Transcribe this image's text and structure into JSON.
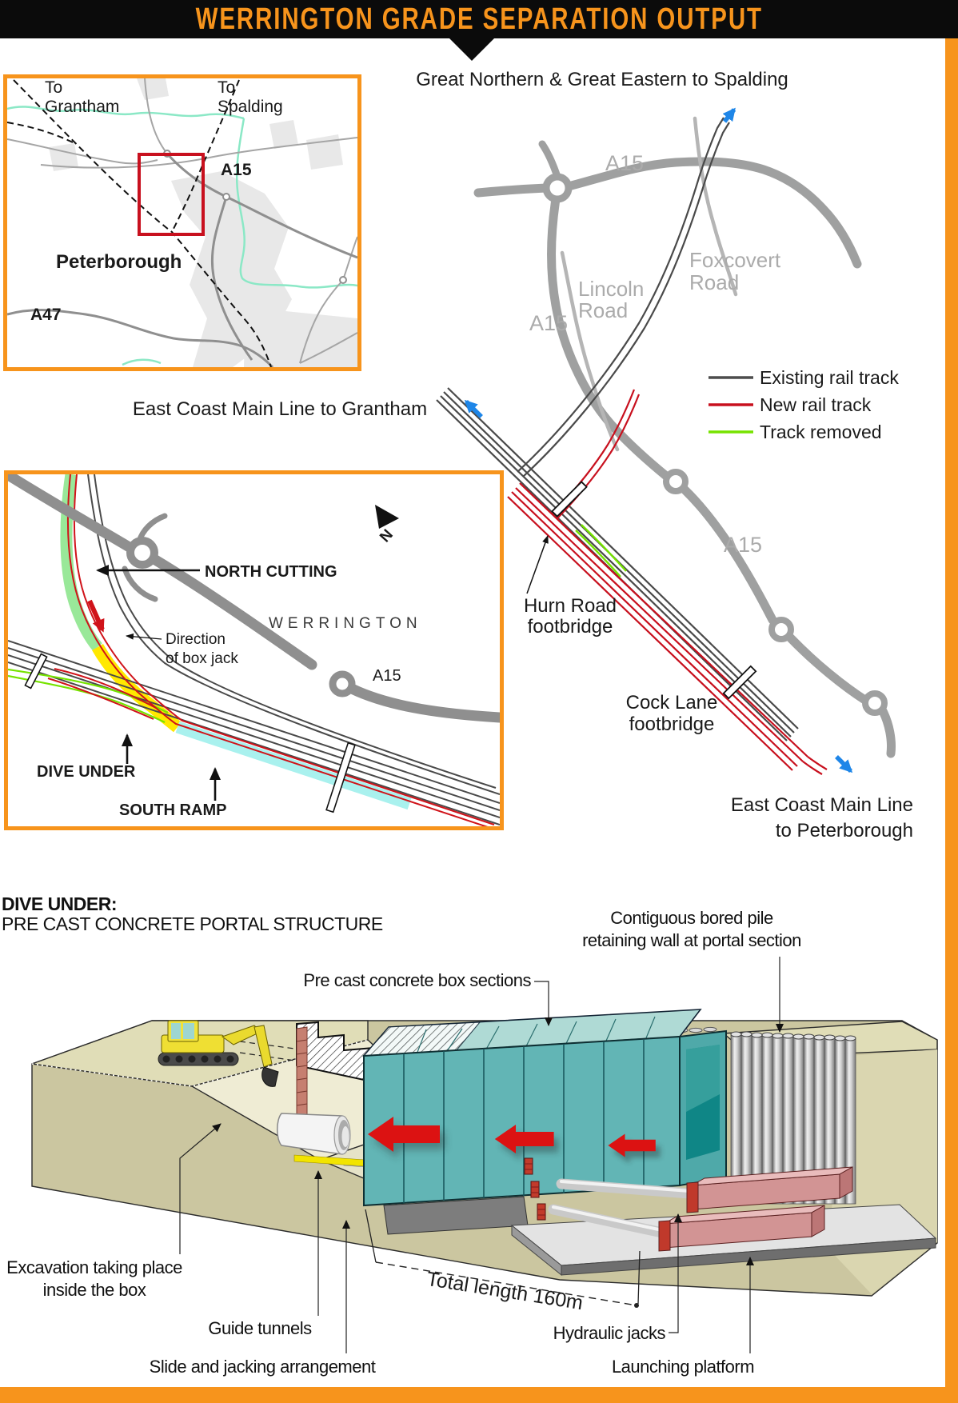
{
  "banner": {
    "title": "WERRINGTON GRADE SEPARATION OUTPUT"
  },
  "colors": {
    "accent_orange": "#F7941C",
    "new_track_red": "#C8101E",
    "removed_green": "#76E300",
    "arrow_blue": "#1E86E8"
  },
  "inset_map": {
    "to_grantham_1": "To",
    "to_grantham_2": "Grantham",
    "to_spalding_1": "To",
    "to_spalding_2": "Spalding",
    "a15": "A15",
    "a47": "A47",
    "city": "Peterborough"
  },
  "main_map": {
    "heading": "Great Northern & Great Eastern to Spalding",
    "ecml_grantham": "East Coast Main Line to Grantham",
    "ecml_peterborough_1": "East Coast Main Line",
    "ecml_peterborough_2": "to Peterborough",
    "a15_top": "A15",
    "a15_mid": "A15",
    "a15_low": "A15",
    "lincoln_1": "Lincoln",
    "lincoln_2": "Road",
    "foxcovert_1": "Foxcovert",
    "foxcovert_2": "Road",
    "hurn_1": "Hurn Road",
    "hurn_2": "footbridge",
    "cock_1": "Cock Lane",
    "cock_2": "footbridge",
    "legend": [
      {
        "label": "Existing rail track",
        "color": "#4D4D4D"
      },
      {
        "label": "New rail track",
        "color": "#C8101E"
      },
      {
        "label": "Track removed",
        "color": "#76E300"
      }
    ]
  },
  "detail_map": {
    "north_cutting": "NORTH CUTTING",
    "werrington": "WERRINGTON",
    "direction_1": "Direction",
    "direction_2": "of box jack",
    "dive_under": "DIVE UNDER",
    "south_ramp": "SOUTH RAMP",
    "a15": "A15",
    "north": "N"
  },
  "structure": {
    "title_bold": "DIVE UNDER:",
    "title_rest": "PRE CAST CONCRETE PORTAL STRUCTURE",
    "piles_1": "Contiguous bored pile",
    "piles_2": "retaining wall at portal section",
    "box_sections": "Pre cast concrete box sections",
    "excavation_1": "Excavation taking place",
    "excavation_2": "inside the box",
    "guide_tunnels": "Guide tunnels",
    "slide": "Slide and jacking arrangement",
    "total_length": "Total length 160m",
    "jacks": "Hydraulic jacks",
    "platform": "Launching platform"
  }
}
